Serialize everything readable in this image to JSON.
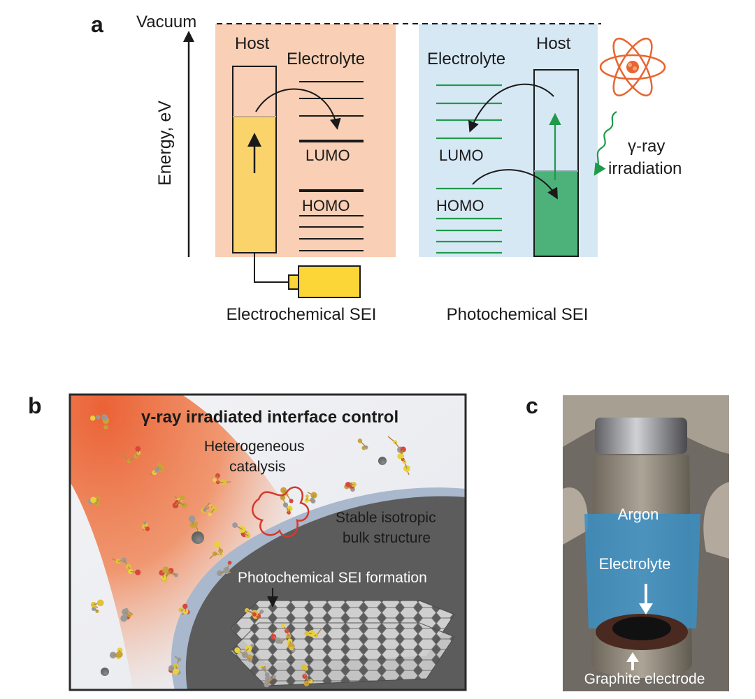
{
  "panel_a": {
    "label": "a",
    "vacuum": "Vacuum",
    "y_axis": "Energy, eV",
    "left": {
      "host": "Host",
      "electrolyte": "Electrolyte",
      "lumo": "LUMO",
      "homo": "HOMO",
      "caption": "Electrochemical SEI",
      "bg_color": "#f9cfb5",
      "fill_color": "#fbd36b"
    },
    "right": {
      "host": "Host",
      "electrolyte": "Electrolyte",
      "lumo": "LUMO",
      "homo": "HOMO",
      "caption": "Photochemical SEI",
      "bg_color": "#d7e8f5",
      "fill_color": "#4cb27a",
      "line_color": "#1f9a4a"
    },
    "gamma_label_1": "γ-ray",
    "gamma_label_2": "irradiation",
    "atom_icon": "atom-icon",
    "battery_icon": "battery-icon"
  },
  "panel_b": {
    "label": "b",
    "title": "γ-ray irradiated interface control",
    "catalysis_1": "Heterogeneous",
    "catalysis_2": "catalysis",
    "bulk_1": "Stable isotropic",
    "bulk_2": "bulk structure",
    "formation": "Photochemical SEI formation",
    "beam_color": "#ea5a2b"
  },
  "panel_c": {
    "label": "c",
    "argon": "Argon",
    "electrolyte": "Electrolyte",
    "graphite": "Graphite electrode"
  }
}
